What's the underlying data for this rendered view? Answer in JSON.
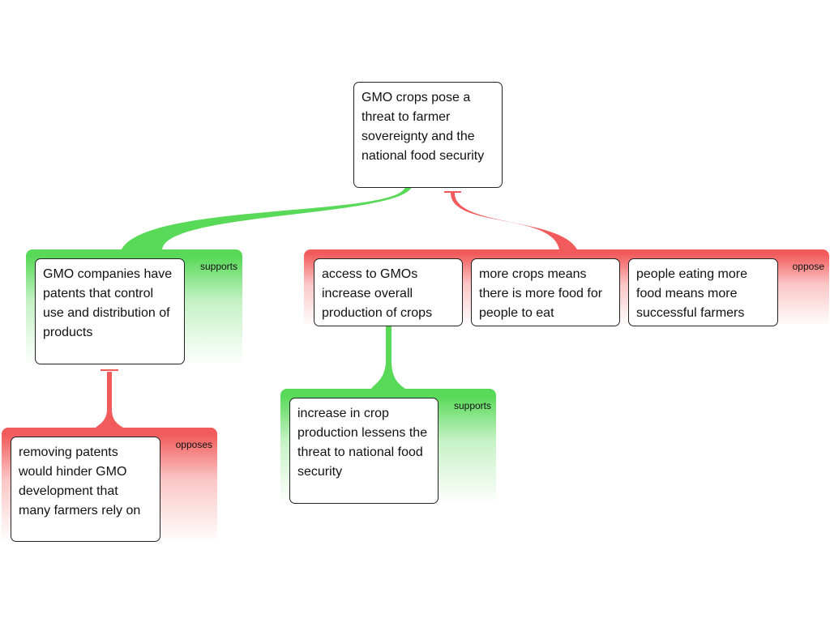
{
  "root": {
    "text": "GMO crops pose a threat to farmer sovereignty and the national food security"
  },
  "groups": {
    "supports_root": {
      "label": "supports"
    },
    "oppose_root": {
      "label": "oppose"
    },
    "opposes_patents": {
      "label": "opposes"
    },
    "supports_access": {
      "label": "supports"
    }
  },
  "claims": {
    "patents": "GMO companies have patents that control use and distribution of products",
    "access": "access to GMOs increase overall production of crops",
    "more_crops": "more crops means there is more food for people to eat",
    "people_eating": "people eating more food means more successful farmers",
    "removing_patents": "removing patents would hinder GMO development that many farmers rely on",
    "increase_production": "increase in crop production lessens the threat to national food security"
  },
  "colors": {
    "support": "#58d958",
    "oppose": "#f25b5b",
    "node_border": "#222222"
  }
}
